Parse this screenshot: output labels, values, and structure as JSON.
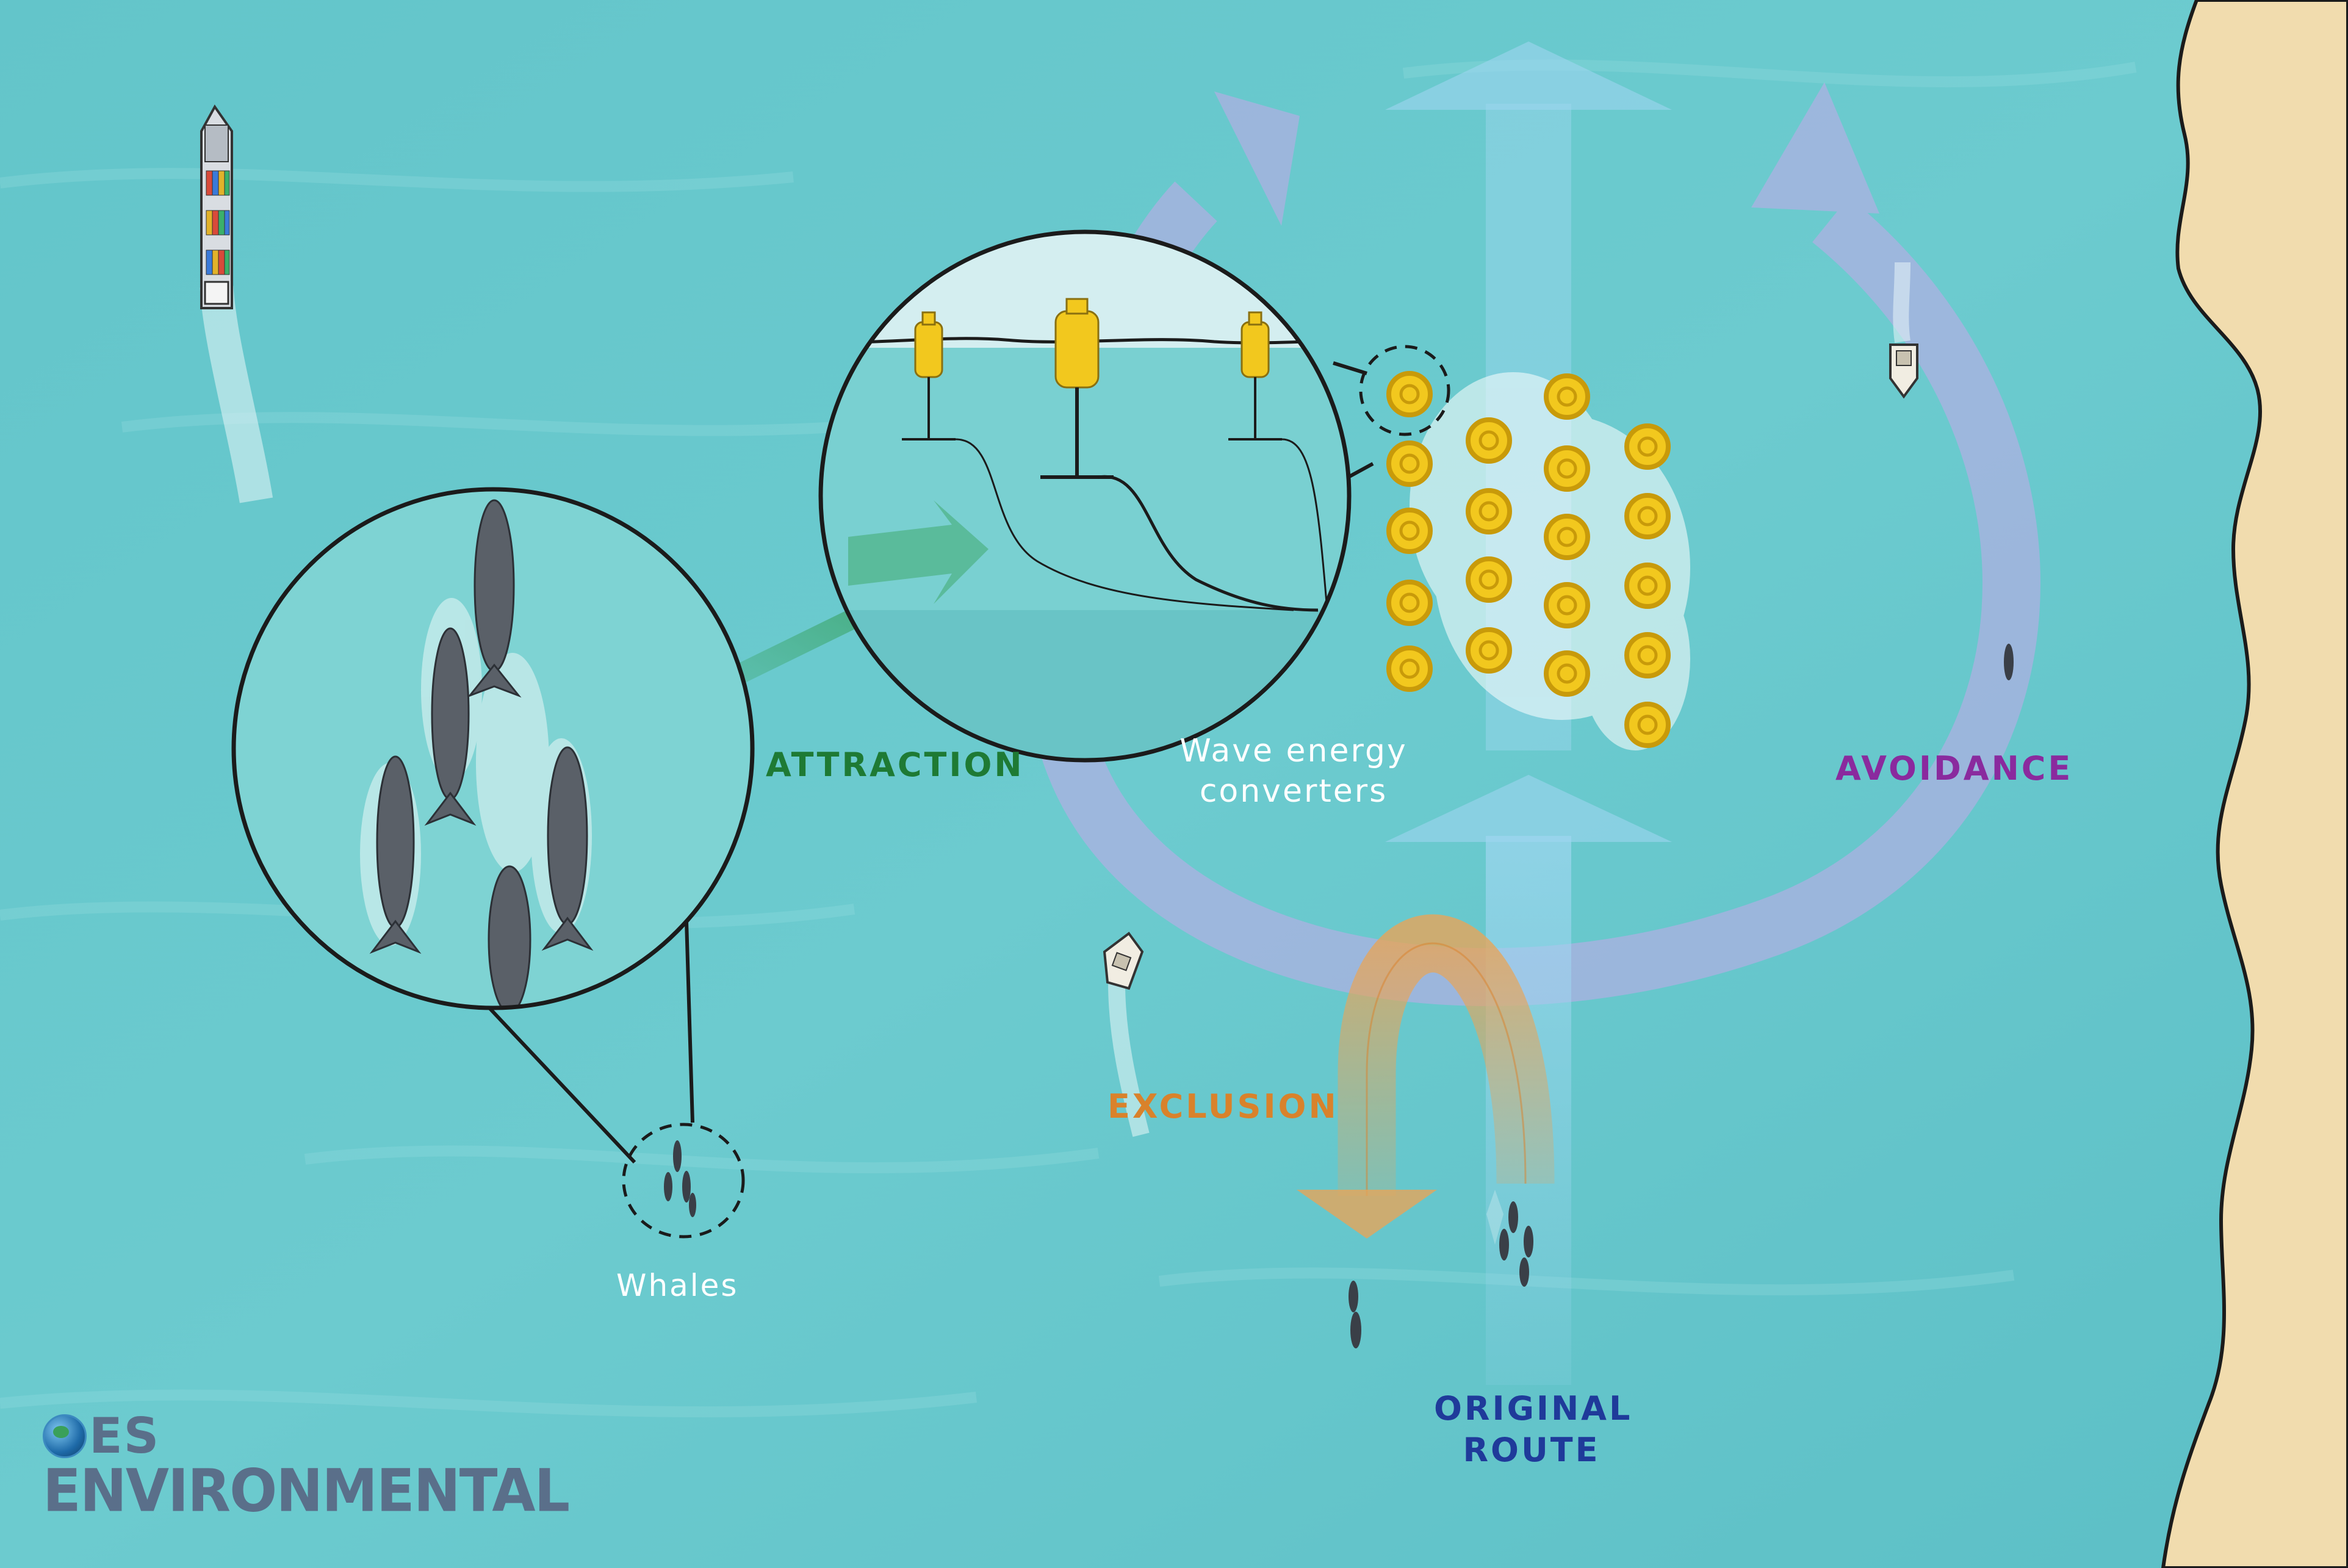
{
  "labels": {
    "attraction": "ATTRACTION",
    "avoidance": "AVOIDANCE",
    "exclusion": "EXCLUSION",
    "original_route_line1": "ORIGINAL",
    "original_route_line2": "ROUTE",
    "wave_energy_line1": "Wave energy",
    "wave_energy_line2": "converters",
    "whales": "Whales"
  },
  "logo": {
    "top": "ES",
    "bottom": "ENVIRONMENTAL"
  },
  "colors": {
    "ocean": "#5fc3c8",
    "sand": "#f1dcae",
    "attraction": "#1e7a34",
    "avoidance": "#8a2a9e",
    "exclusion": "#d9822b",
    "original_route": "#1f3a9a",
    "converter": "#f2c81e",
    "logo": "#5a6f8a",
    "text_light": "#ffffff"
  },
  "icons": [
    "container-ship-icon",
    "boat-icon",
    "whale-icon",
    "buoy-icon",
    "globe-icon"
  ]
}
